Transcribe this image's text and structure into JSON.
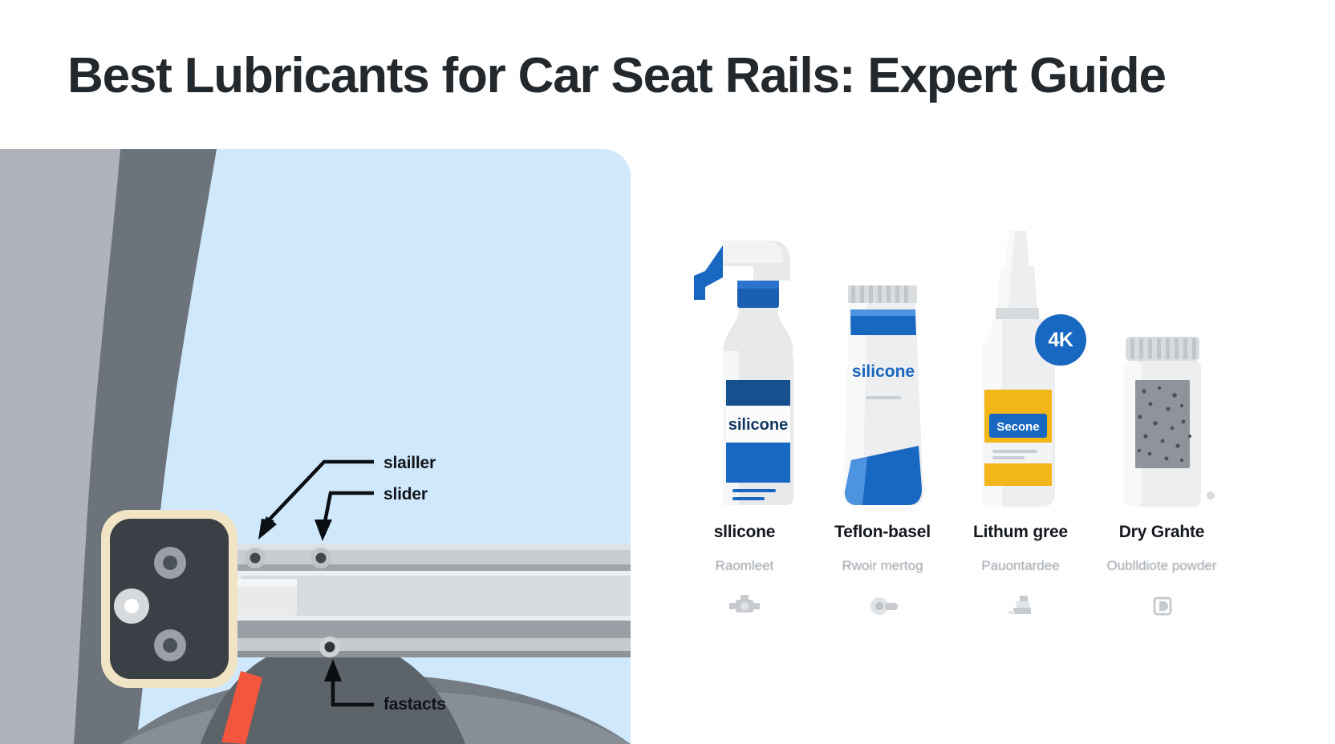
{
  "header": {
    "title": "Best Lubricants for Car Seat Rails: Expert Guide"
  },
  "illustration": {
    "name": "car-seat-rail-cutaway",
    "background_color": "#cfe8fb",
    "callouts": [
      {
        "label": "slailler",
        "name": "callout-slailler"
      },
      {
        "label": "slider",
        "name": "callout-slider"
      },
      {
        "label": "fastacts",
        "name": "callout-fastacts"
      }
    ]
  },
  "products": {
    "badge": {
      "text": "4K",
      "color": "#1867c0"
    },
    "items": [
      {
        "name": "sllicone",
        "subtitle": "Raomleet",
        "bottle_label": "silicone",
        "art": "spray-bottle",
        "accent": "#1867c0"
      },
      {
        "name": "Teflon-basel",
        "subtitle": "Rwoir mertog",
        "bottle_label": "silicone",
        "art": "squeeze-tube",
        "accent": "#1867c0"
      },
      {
        "name": "Lithum gree",
        "subtitle": "Pauontardee",
        "bottle_label": "Secone",
        "art": "dropper-bottle",
        "accent": "#f2b619"
      },
      {
        "name": "Dry Grahte",
        "subtitle": "Oublldiote powder",
        "bottle_label": "",
        "art": "powder-jar",
        "accent": "#8e949a"
      }
    ]
  },
  "colors": {
    "brand_blue": "#1867c0",
    "brand_blue_dark": "#15508f",
    "amber": "#f2b619",
    "red_accent": "#f4553d",
    "text_dark": "#23282d",
    "text_muted": "#9aa1a8",
    "panel_blue": "#cfe8fb"
  }
}
